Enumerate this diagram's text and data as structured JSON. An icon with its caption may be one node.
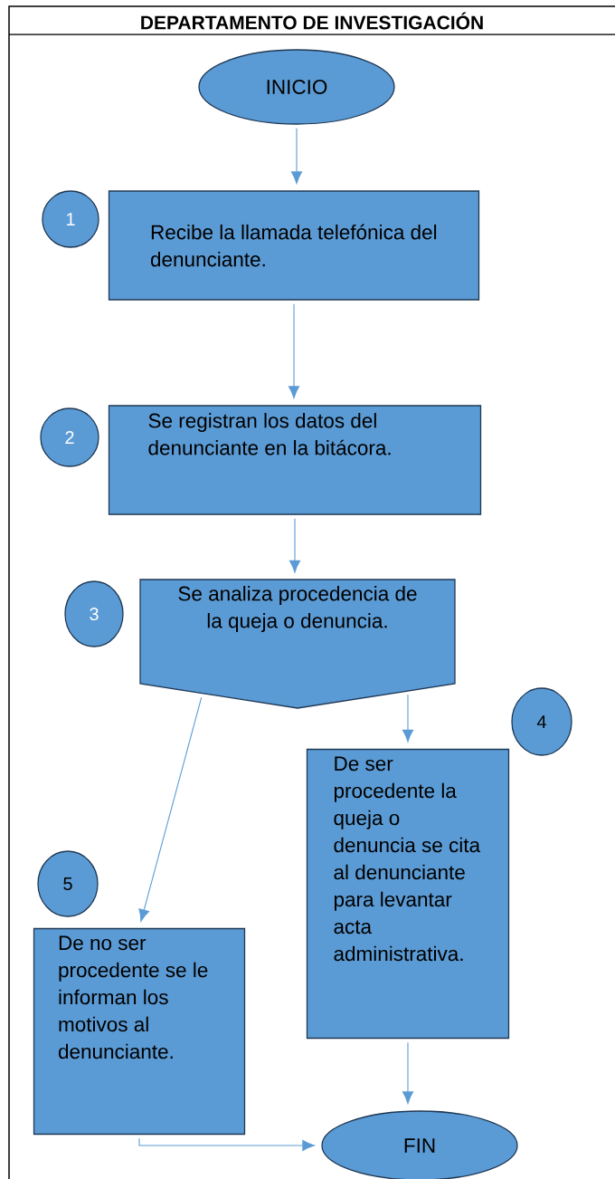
{
  "diagram": {
    "title": "DEPARTAMENTO DE INVESTIGACIÓN",
    "nodes": [
      {
        "text": [
          "INICIO"
        ]
      },
      {
        "text": [
          "1"
        ]
      },
      {
        "text": [
          "Recibe la llamada telefónica del denunciante."
        ]
      },
      {
        "text": [
          "2"
        ]
      },
      {
        "text": [
          "Se registran los datos del denunciante en la bitácora."
        ]
      },
      {
        "text": [
          "3"
        ]
      },
      {
        "text": [
          "Se analiza procedencia de la queja o denuncia."
        ]
      },
      {
        "text": [
          "4"
        ]
      },
      {
        "text": [
          "De ser procedente la queja o denuncia se cita al denunciante para levantar acta administrativa."
        ]
      },
      {
        "text": [
          "5"
        ]
      },
      {
        "text": [
          "De no ser procedente se le informan los motivos al denunciante."
        ]
      },
      {
        "text": [
          "FIN"
        ]
      }
    ],
    "edges": [
      {
        "from": 0,
        "to": 2,
        "arrow": "to"
      },
      {
        "from": 2,
        "to": 4,
        "arrow": "to"
      },
      {
        "from": 4,
        "to": 6,
        "arrow": "to"
      },
      {
        "from": 6,
        "to": 10,
        "arrow": "to"
      },
      {
        "from": 6,
        "to": 8,
        "arrow": "to"
      },
      {
        "from": 8,
        "to": 11,
        "arrow": "to"
      },
      {
        "from": 10,
        "to": 11,
        "arrow": "to"
      }
    ]
  }
}
